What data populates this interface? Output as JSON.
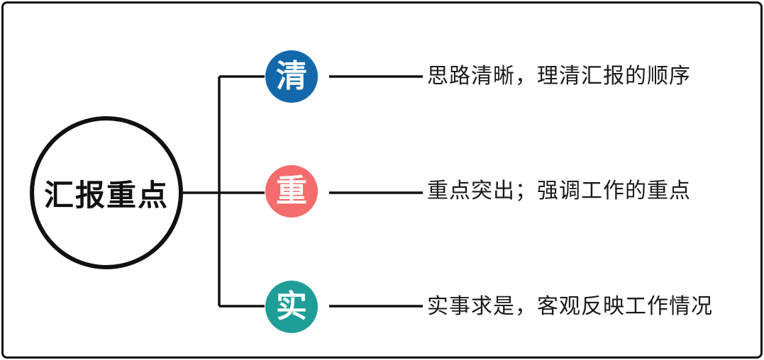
{
  "diagram": {
    "root": {
      "label": "汇报重点"
    },
    "branches": [
      {
        "key": "清",
        "color": "#1368ac",
        "text": "思路清晰，理清汇报的顺序"
      },
      {
        "key": "重",
        "color": "#f56c6c",
        "text": "重点突出；强调工作的重点"
      },
      {
        "key": "实",
        "color": "#1f9e98",
        "text": "实事求是，客观反映工作情况"
      }
    ],
    "line_color": "#111111"
  }
}
